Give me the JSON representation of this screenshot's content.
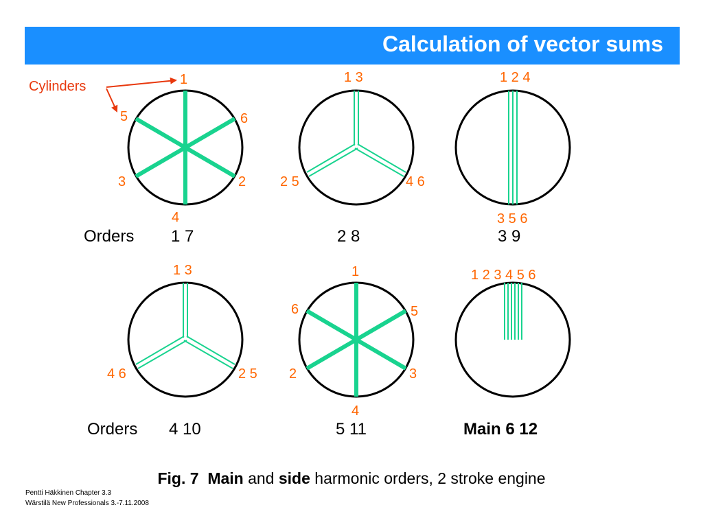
{
  "title": "Calculation of vector sums",
  "colors": {
    "title_bar": "#1a8fff",
    "label": "#ff6600",
    "vector": "#19d38f",
    "arrow": "#e8380d",
    "circle": "#000000"
  },
  "cylinders_label": "Cylinders",
  "diagrams": [
    {
      "id": "d1",
      "labels": [
        "1",
        "6",
        "2",
        "4",
        "3",
        "5"
      ]
    },
    {
      "id": "d2",
      "labels": [
        "1 3",
        "4 6",
        "2 5"
      ]
    },
    {
      "id": "d3",
      "labels": [
        "1 2 4",
        "3 5 6"
      ]
    },
    {
      "id": "d4",
      "labels": [
        "1 3",
        "2 5",
        "4 6"
      ]
    },
    {
      "id": "d5",
      "labels": [
        "1",
        "5",
        "3",
        "4",
        "2",
        "6"
      ]
    },
    {
      "id": "d6",
      "labels": [
        "1 2 3 4 5 6"
      ]
    }
  ],
  "orders_row1": {
    "word": "Orders",
    "values": [
      "1 7",
      "2 8",
      "3 9"
    ]
  },
  "orders_row2": {
    "word": "Orders",
    "values": [
      "4 10",
      "5 11",
      "Main 6 12"
    ]
  },
  "caption": {
    "fig": "Fig. 7",
    "main": "Main",
    "and": "and",
    "side": "side",
    "rest": "harmonic orders, 2 stroke engine"
  },
  "footer": {
    "line1": "Pentti Häkkinen Chapter 3.3",
    "line2": "Wärstilä New Professionals 3.-7.11.2008"
  }
}
